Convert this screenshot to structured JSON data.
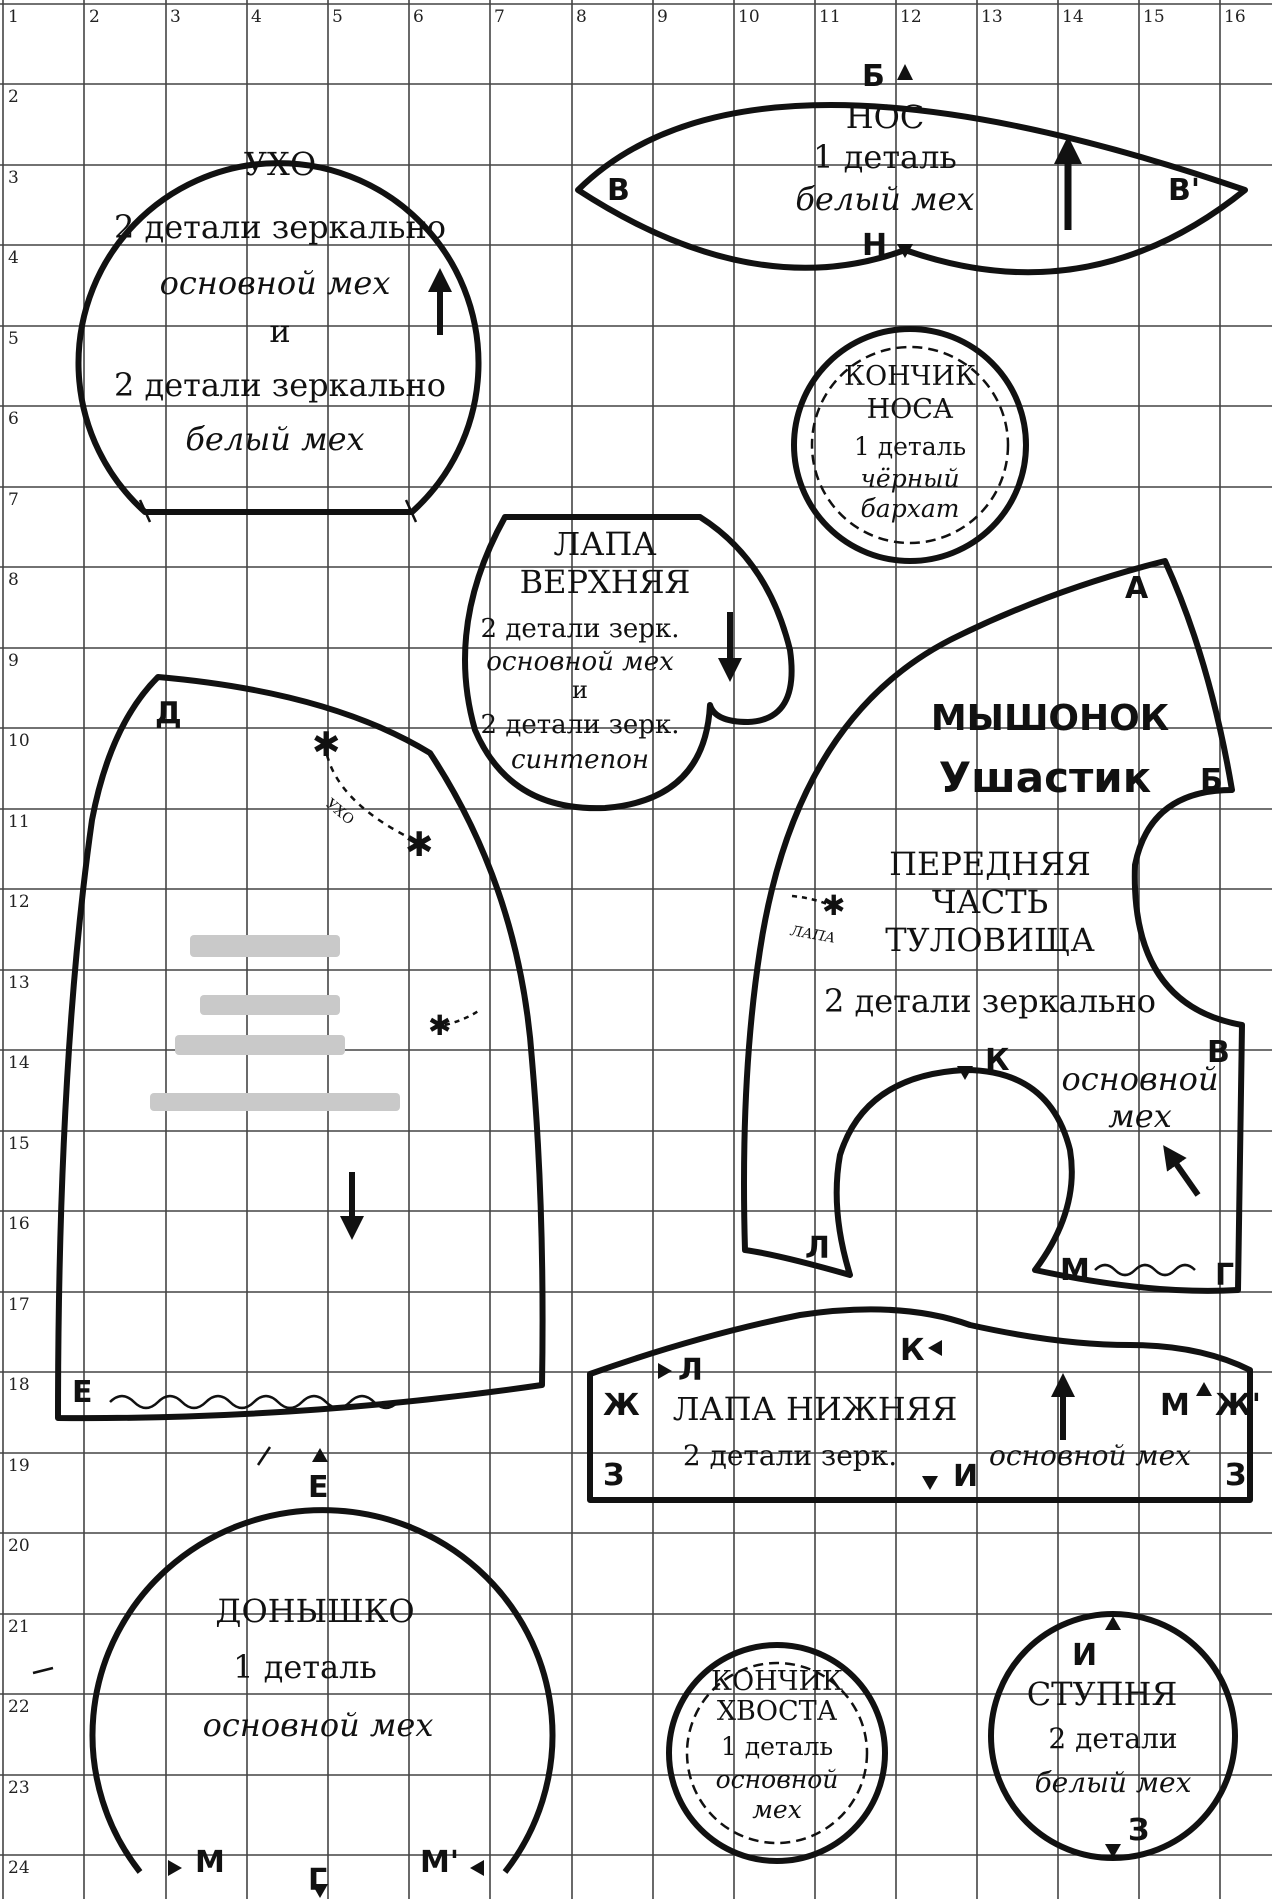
{
  "grid": {
    "columns": [
      "1",
      "2",
      "3",
      "4",
      "5",
      "6",
      "7",
      "8",
      "9",
      "10",
      "11",
      "12",
      "13",
      "14",
      "15",
      "16"
    ],
    "rows": [
      "2",
      "3",
      "4",
      "5",
      "6",
      "7",
      "8",
      "9",
      "10",
      "11",
      "12",
      "13",
      "14",
      "15",
      "16",
      "17",
      "18",
      "19",
      "20",
      "21",
      "22",
      "23",
      "24"
    ]
  },
  "title": {
    "line1": "МЫШОНОК",
    "line2": "Ушастик"
  },
  "pieces": {
    "ear": {
      "name": "УХО",
      "line1": "2 детали  зеркально",
      "line2": "основной мех",
      "line3": "и",
      "line4": "2 детали  зеркально",
      "line5": "белый мех"
    },
    "nose": {
      "name": "НОС",
      "count": "1 деталь",
      "material": "белый мех",
      "mark_b": "Б",
      "mark_v": "В",
      "mark_v2": "В'",
      "mark_n": "Н"
    },
    "nose_tip": {
      "name1": "КОНЧИК",
      "name2": "НОСА",
      "count": "1 деталь",
      "material1": "чёрный",
      "material2": "бархат"
    },
    "upper_paw": {
      "name1": "ЛАПА",
      "name2": "ВЕРХНЯЯ",
      "line1": "2 детали зерк.",
      "line2": "основной мех",
      "line3": "и",
      "line4": "2 детали зерк.",
      "line5": "синтепон"
    },
    "front_body": {
      "name1": "ПЕРЕДНЯЯ",
      "name2": "ЧАСТЬ",
      "name3": "ТУЛОВИЩА",
      "count": "2 детали  зеркально",
      "material1": "основной",
      "material2": "мех",
      "mark_a": "А",
      "mark_b": "Б",
      "mark_v": "В",
      "mark_k": "К",
      "mark_l": "Л",
      "mark_m": "М",
      "mark_g": "Г",
      "paw_note": "ЛАПА"
    },
    "back": {
      "mark_d": "Д",
      "mark_e": "Е",
      "ear_note": "УХО"
    },
    "lower_paw": {
      "name": "ЛАПА НИЖНЯЯ",
      "count": "2 детали  зерк.",
      "material": "основной мех",
      "mark_zh": "Ж",
      "mark_zh2": "Ж'",
      "mark_z": "З",
      "mark_z2": "З'",
      "mark_l": "Л",
      "mark_k": "К",
      "mark_m": "М",
      "mark_i": "И"
    },
    "bottom": {
      "name": "ДОНЫШКО",
      "count": "1 деталь",
      "material": "основной мех",
      "mark_e": "Е",
      "mark_m": "М",
      "mark_g": "Г",
      "mark_m2": "М'"
    },
    "tail_tip": {
      "name1": "КОНЧИК",
      "name2": "ХВОСТА",
      "count": "1 деталь",
      "material1": "основной",
      "material2": "мех"
    },
    "foot": {
      "name": "СТУПНЯ",
      "count": "2 детали",
      "material": "белый мех",
      "mark_i": "И",
      "mark_z": "З"
    }
  }
}
